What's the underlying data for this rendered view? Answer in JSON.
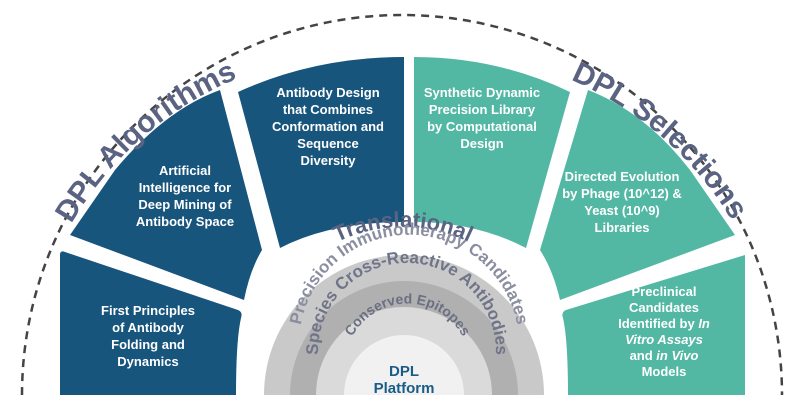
{
  "diagram": {
    "left_arc_label": "DPL Algorithms",
    "right_arc_label": "DPL Selections",
    "translational_label": "Translational",
    "center": {
      "line1": "DPL",
      "line2": "Platform"
    },
    "bands": {
      "outer": "Precision Immunotherapy Candidates",
      "middle": "Species Cross-Reactive Antibodies",
      "inner": "Conserved Epitopes"
    },
    "segments": {
      "left_1": [
        "First Principles",
        "of Antibody",
        "Folding and",
        "Dynamics"
      ],
      "left_2": [
        "Artificial",
        "Intelligence for",
        "Deep Mining of",
        "Antibody Space"
      ],
      "left_3": [
        "Antibody Design",
        "that  Combines",
        "Conformation and",
        "Sequence",
        "Diversity"
      ],
      "right_1": [
        "Synthetic Dynamic",
        "Precision Library",
        "by Computational",
        "Design"
      ],
      "right_2": [
        "Directed Evolution",
        "by Phage (10^12) &",
        "Yeast (10^9)",
        "Libraries"
      ],
      "right_3a": [
        "Preclinical",
        "Candidates",
        "Identified by"
      ],
      "right_3b": {
        "a": "In",
        "b": "Vitro Assays",
        "c": "and",
        "d": "in Vivo",
        "e": "Models"
      }
    },
    "colors": {
      "algorithms": "#18557d",
      "selections": "#52b8a4",
      "arc_label": "#5a6382",
      "band_outer": "#c9c9c9",
      "band_middle": "#b0b0b0",
      "band_inner": "#dadada",
      "center_text": "#1a5c88"
    }
  }
}
